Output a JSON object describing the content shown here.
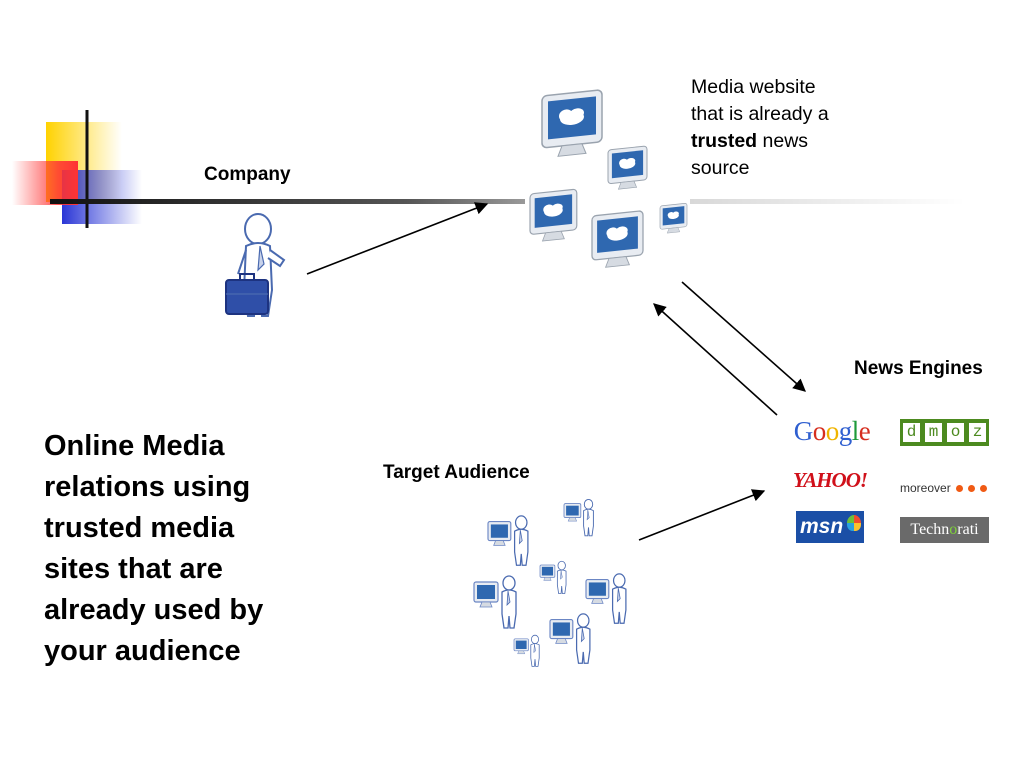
{
  "labels": {
    "company": "Company",
    "news_engines": "News Engines",
    "target_audience": "Target Audience"
  },
  "media_text": {
    "line1": "Media website",
    "line2": "that is already a",
    "bold": "trusted",
    "rest": " news",
    "line4": "source"
  },
  "headline": {
    "lines": [
      "Online Media",
      "relations using",
      "trusted media",
      "sites that are",
      "already used by",
      "your audience"
    ]
  },
  "logos": {
    "google": [
      "G",
      "o",
      "o",
      "g",
      "l",
      "e"
    ],
    "dmoz": [
      "d",
      "m",
      "o",
      "z"
    ],
    "yahoo": "YAHOO!",
    "moreover": "moreover",
    "msn": "msn",
    "technorati_before": "Techn",
    "technorati_o": "o",
    "technorati_after": "rati"
  },
  "colors": {
    "accent_yellow": "#ffd200",
    "accent_red": "#ff3333",
    "accent_blue": "#2a36d6",
    "screen_blue": "#2f68b0",
    "person_outline": "#4a6ab0"
  },
  "icons": [
    "computer-monitor-icon",
    "businessman-with-briefcase-icon",
    "person-at-computer-icon"
  ]
}
